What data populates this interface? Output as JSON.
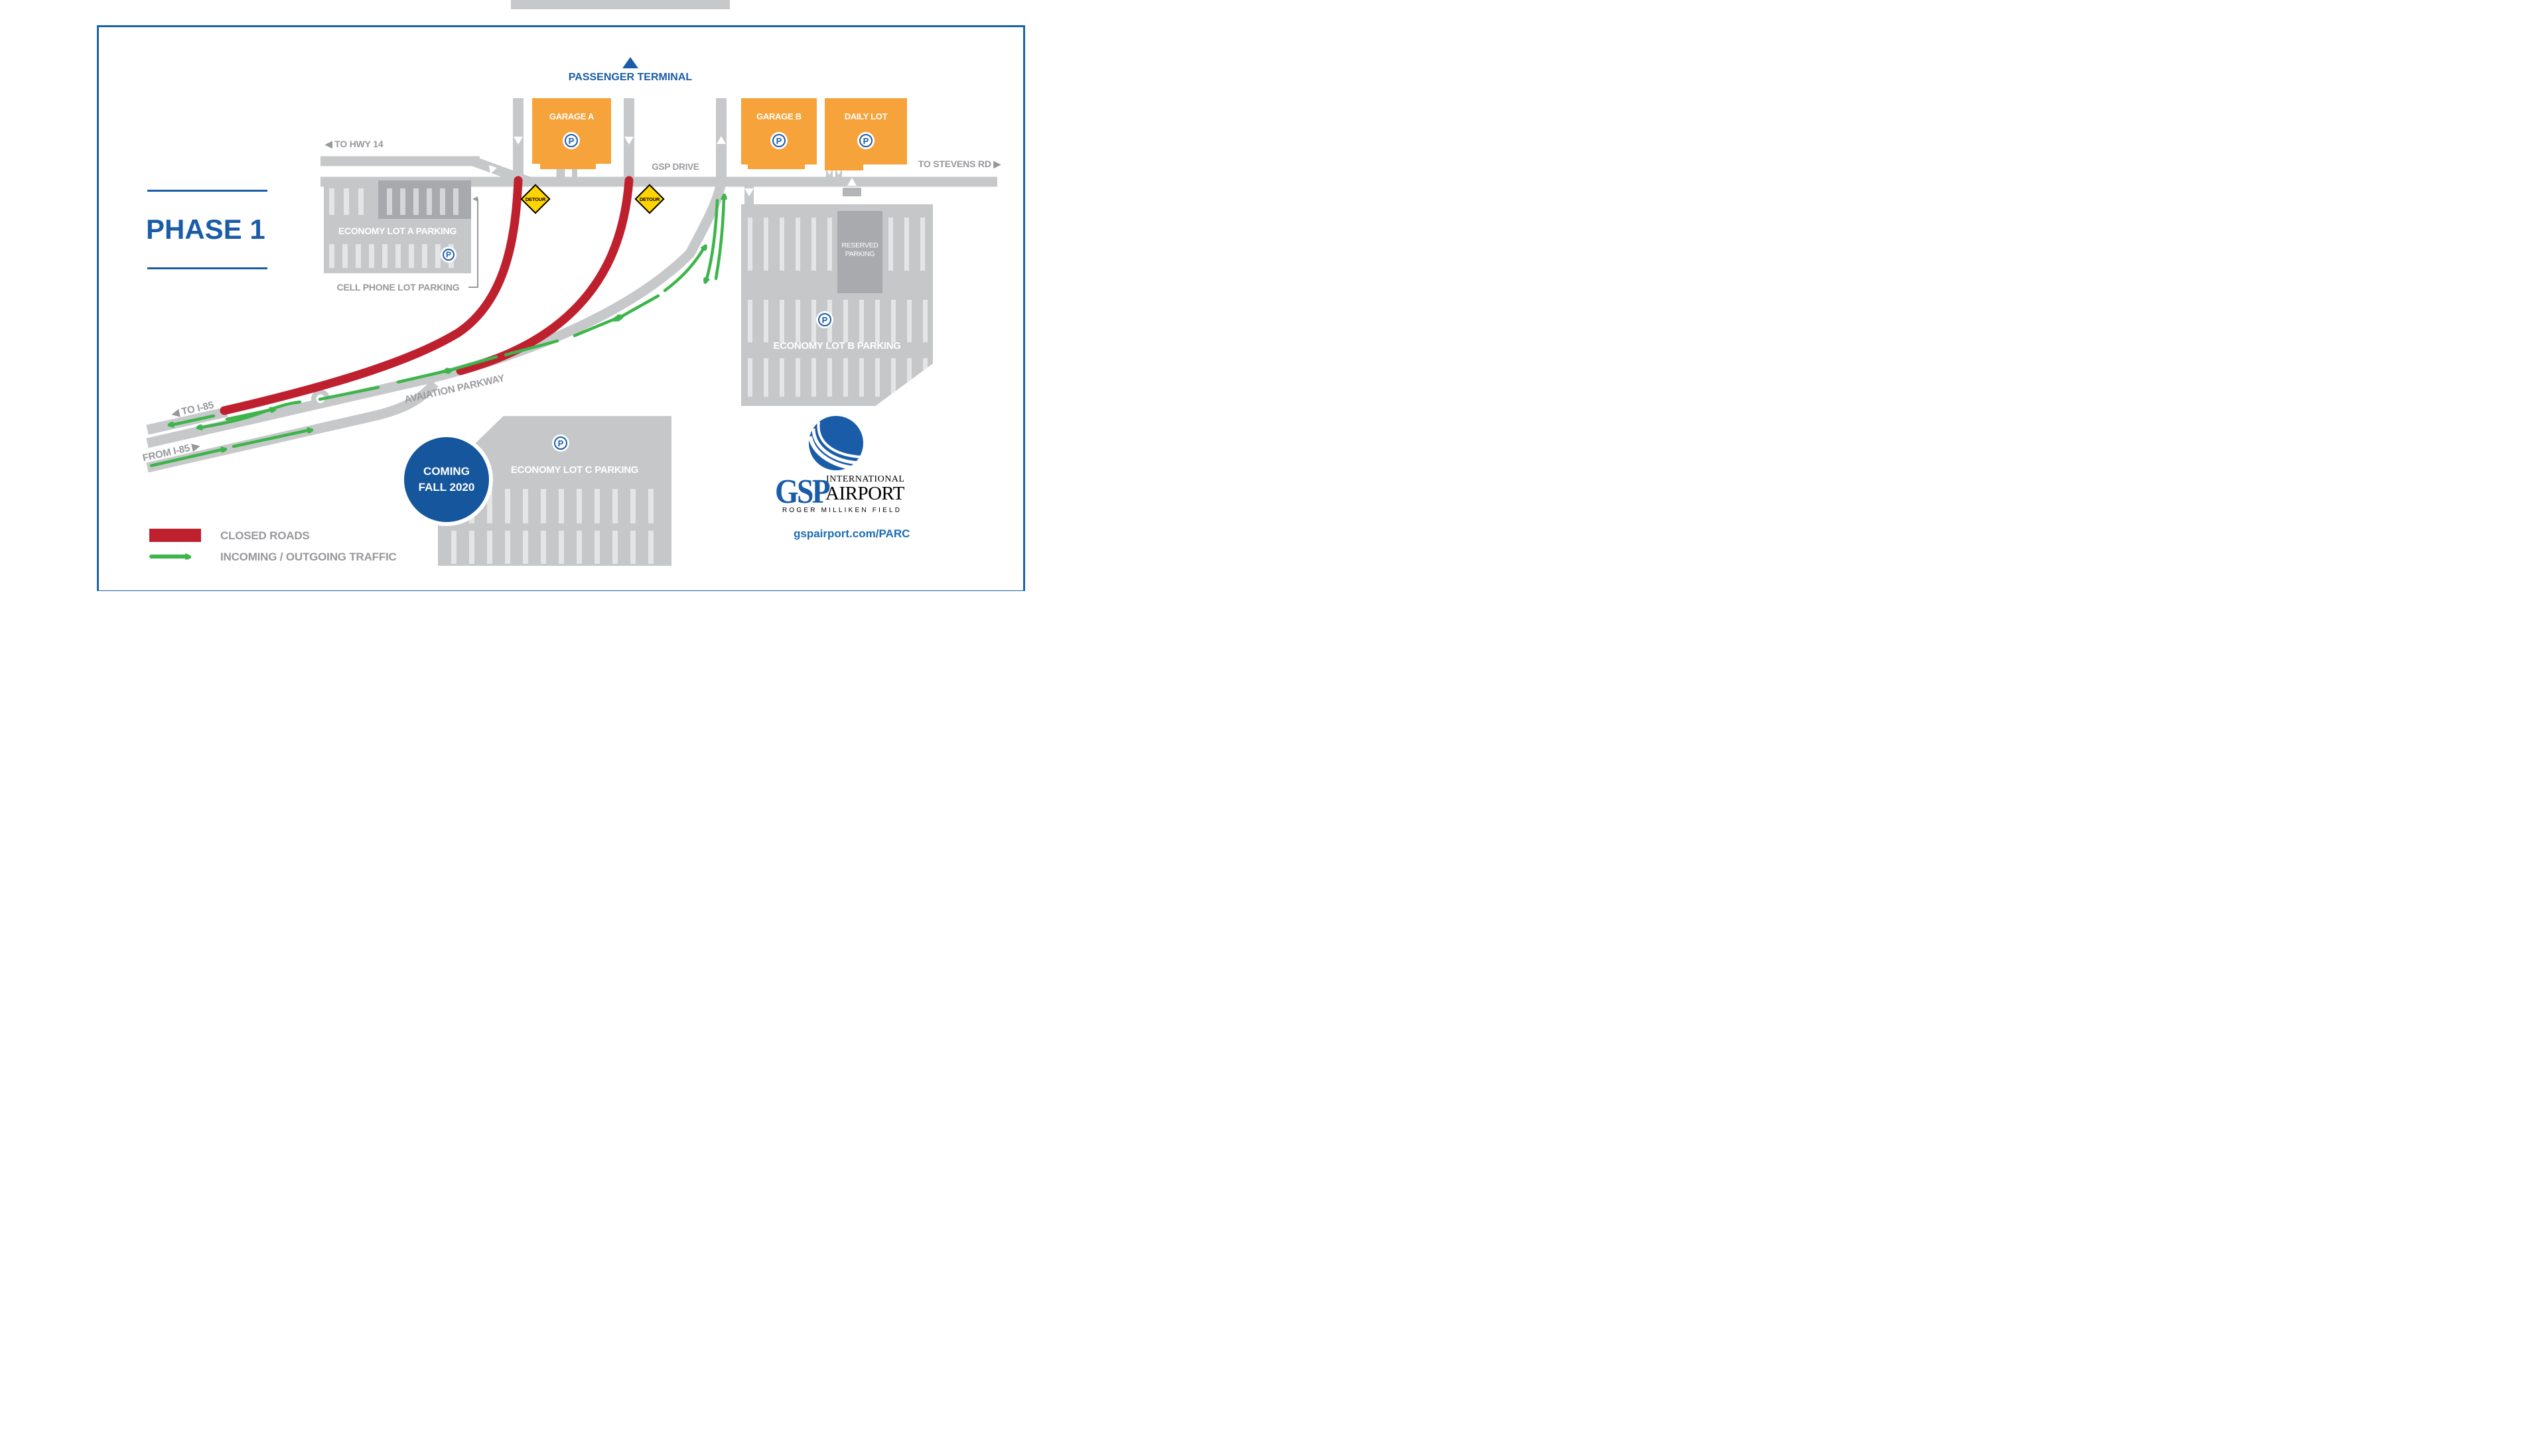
{
  "phase": {
    "label": "PHASE 1"
  },
  "terminal": {
    "label": "PASSENGER TERMINAL"
  },
  "road_labels": {
    "gsp_drive": "GSP DRIVE",
    "to_stevens_rd": "TO STEVENS RD ▶",
    "to_hwy_14": "◀ TO HWY 14",
    "aviation_parkway": "AVAIATION PARKWAY",
    "to_i85": "◀ TO I-85",
    "from_i85": "FROM I-85 ▶"
  },
  "parking": {
    "garage_a": "GARAGE A",
    "garage_b": "GARAGE B",
    "daily_lot": "DAILY LOT",
    "economy_a": "ECONOMY LOT A PARKING",
    "cell_phone_lot": "CELL PHONE LOT PARKING",
    "reserved_line1": "RESERVED",
    "reserved_line2": "PARKING",
    "economy_b": "ECONOMY LOT B PARKING",
    "economy_c": "ECONOMY LOT C PARKING",
    "symbol": "P"
  },
  "signs": {
    "detour": "DETOUR"
  },
  "badge": {
    "line1": "COMING",
    "line2": "FALL 2020"
  },
  "legend": {
    "closed_roads": "CLOSED ROADS",
    "incoming_outgoing": "INCOMING / OUTGOING TRAFFIC"
  },
  "logo": {
    "gsp": "GSP",
    "international": "INTERNATIONAL",
    "airport": "AIRPORT",
    "field": "ROGER MILLIKEN FIELD",
    "url": "gspairport.com/PARC"
  },
  "colors": {
    "blue": "#1a5ca8",
    "frame_blue": "#1a63ab",
    "orange": "#f7a33b",
    "red": "#be202e",
    "green": "#3cb54a",
    "road_gray": "#c7c8ca",
    "label_gray": "#97989c",
    "detour_yellow": "#ffd401"
  }
}
